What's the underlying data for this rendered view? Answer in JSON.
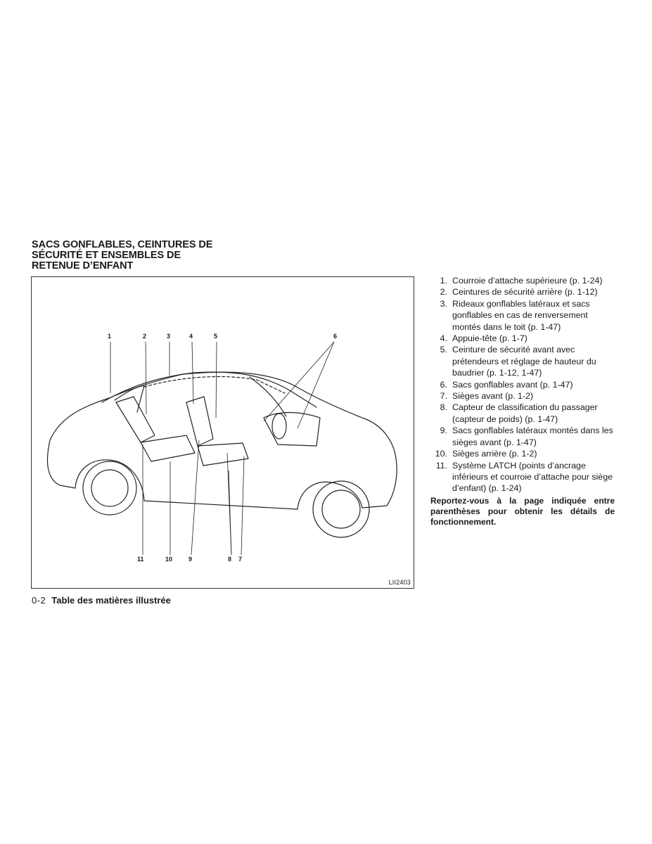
{
  "section": {
    "title_lines": [
      "SACS GONFLABLES, CEINTURES DE",
      "SÉCURITÉ ET ENSEMBLES DE",
      "RETENUE D’ENFANT"
    ]
  },
  "figure": {
    "code": "LII2403",
    "callouts": [
      "1",
      "2",
      "3",
      "4",
      "5",
      "6",
      "11",
      "10",
      "9",
      "8",
      "7"
    ]
  },
  "items": [
    {
      "num": "1.",
      "text": "Courroie d’attache supérieure (p. 1-24)"
    },
    {
      "num": "2.",
      "text": "Ceintures de sécurité arrière (p. 1-12)"
    },
    {
      "num": "3.",
      "text": "Rideaux gonflables latéraux et sacs gonflables en cas de renversement montés dans le toit (p. 1-47)"
    },
    {
      "num": "4.",
      "text": "Appuie-tête (p. 1-7)"
    },
    {
      "num": "5.",
      "text": "Ceinture de sécurité avant avec prétendeurs et réglage de hauteur du baudrier (p. 1-12, 1-47)"
    },
    {
      "num": "6.",
      "text": "Sacs gonflables avant (p. 1-47)"
    },
    {
      "num": "7.",
      "text": "Sièges avant (p. 1-2)"
    },
    {
      "num": "8.",
      "text": "Capteur de classification du passager (capteur de poids) (p. 1-47)"
    },
    {
      "num": "9.",
      "text": "Sacs gonflables latéraux montés dans les sièges avant (p. 1-47)"
    },
    {
      "num": "10.",
      "text": "Sièges arrière (p. 1-2)"
    },
    {
      "num": "11.",
      "text": "Système LATCH (points d’ancrage inférieurs et courroie d’attache pour siège d’enfant) (p. 1-24)"
    }
  ],
  "note": "Reportez-vous à la page indiquée entre parenthèses pour obtenir les détails de fonctionnement.",
  "footer": {
    "page_number": "0-2",
    "title": "Table des matières illustrée"
  }
}
